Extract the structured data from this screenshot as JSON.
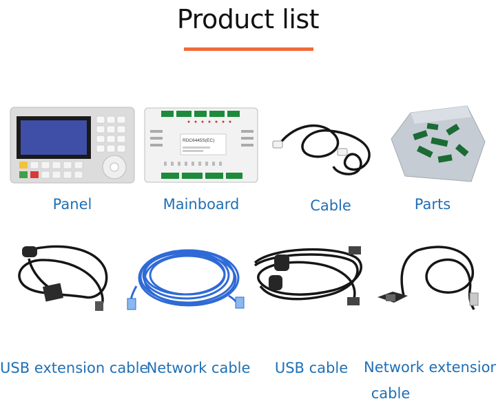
{
  "title": "Product list",
  "accent_color": "#f26a3a",
  "label_color": "#1f6fb5",
  "products": [
    {
      "label": "Panel",
      "icon": "panel-image"
    },
    {
      "label": "Mainboard",
      "icon": "mainboard-image"
    },
    {
      "label": "Cable",
      "icon": "cable-image"
    },
    {
      "label": "Parts",
      "icon": "parts-bag-image"
    },
    {
      "label": "USB extension cable",
      "icon": "usb-extension-cable-image"
    },
    {
      "label": "Network cable",
      "icon": "network-cable-image"
    },
    {
      "label": "USB cable",
      "icon": "usb-cable-image"
    },
    {
      "label": "Network extension",
      "label_line2": "cable",
      "icon": "network-extension-cable-image"
    }
  ],
  "mainboard_model": "RDC6445S(EC)"
}
